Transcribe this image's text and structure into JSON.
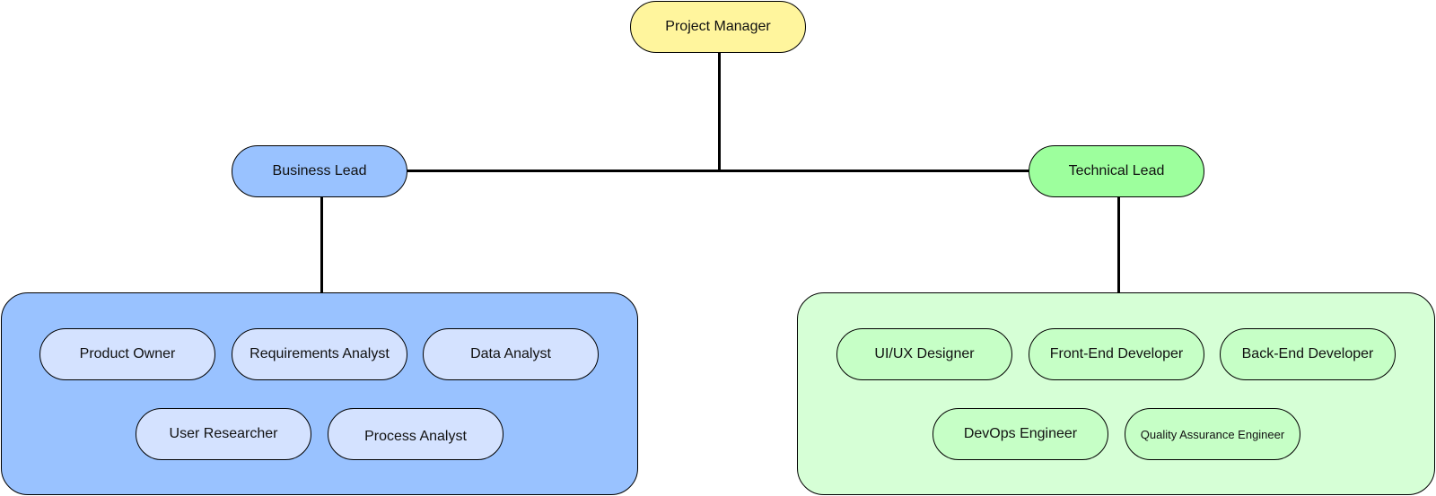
{
  "colors": {
    "manager_fill": "#fff59d",
    "business_lead_fill": "#99c2ff",
    "business_group_fill": "#99c2ff",
    "business_member_fill": "#d4e2ff",
    "technical_lead_fill": "#9dff9d",
    "technical_group_fill": "#d6ffd6",
    "technical_member_fill": "#c6ffc6",
    "line": "#000000"
  },
  "org_chart": {
    "root": {
      "label": "Project Manager"
    },
    "business": {
      "lead": "Business Lead",
      "members": [
        "Product Owner",
        "Requirements Analyst",
        "Data Analyst",
        "User Researcher",
        "Process Analyst"
      ]
    },
    "technical": {
      "lead": "Technical Lead",
      "members": [
        "UI/UX Designer",
        "Front-End Developer",
        "Back-End Developer",
        "DevOps Engineer",
        "Quality Assurance Engineer"
      ]
    }
  }
}
